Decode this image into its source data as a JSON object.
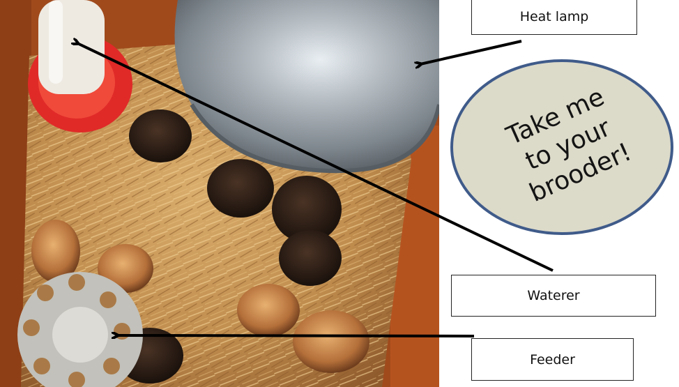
{
  "labels": {
    "heat_lamp": "Heat lamp",
    "waterer": "Waterer",
    "feeder": "Feeder"
  },
  "bubble": {
    "text": "Take me\nto your\nbrooder!",
    "fill": "#dcdac9",
    "stroke": "#3f5b8a"
  },
  "colors": {
    "box_wall": "#a04a1c",
    "straw": "#c89b5c",
    "lamp_metal": "#9ea5ac",
    "waterer_red": "#e02a28",
    "feeder_tray": "#c2c1bb",
    "arrow": "#000000"
  }
}
